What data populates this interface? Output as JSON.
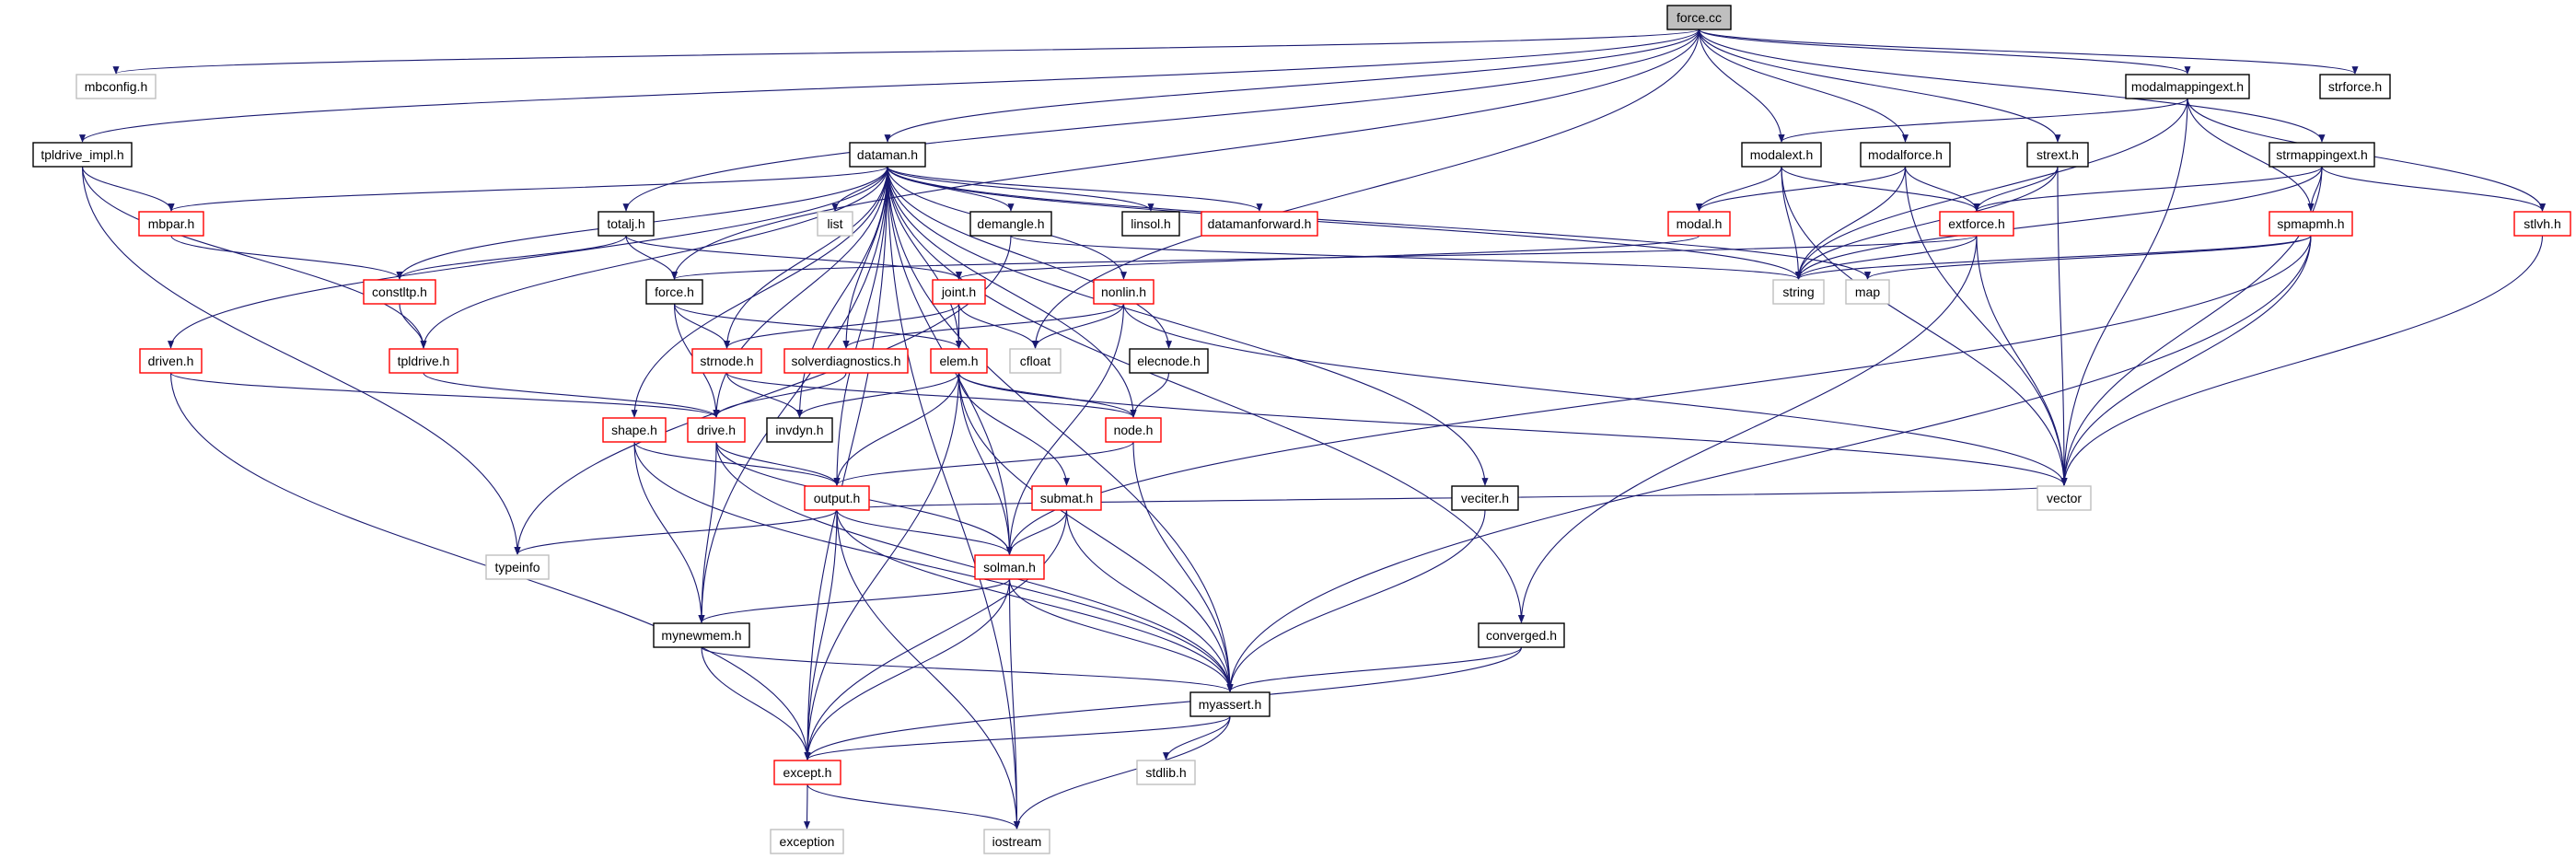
{
  "colors": {
    "edge": "#191970",
    "root_fill": "#bfbfbf",
    "normal_border": "#000000",
    "system_border": "#bfbfbf",
    "truncated_border": "#ff0000"
  },
  "nodes": [
    {
      "id": "force_cc",
      "label": "force.cc",
      "kind": "root"
    },
    {
      "id": "mbconfig",
      "label": "mbconfig.h",
      "kind": "system"
    },
    {
      "id": "modalmappingext",
      "label": "modalmappingext.h",
      "kind": "normal"
    },
    {
      "id": "strforce",
      "label": "strforce.h",
      "kind": "normal"
    },
    {
      "id": "tpldrive_impl",
      "label": "tpldrive_impl.h",
      "kind": "normal"
    },
    {
      "id": "dataman",
      "label": "dataman.h",
      "kind": "normal"
    },
    {
      "id": "modalext",
      "label": "modalext.h",
      "kind": "normal"
    },
    {
      "id": "modalforce",
      "label": "modalforce.h",
      "kind": "normal"
    },
    {
      "id": "strext",
      "label": "strext.h",
      "kind": "normal"
    },
    {
      "id": "strmappingext",
      "label": "strmappingext.h",
      "kind": "normal"
    },
    {
      "id": "mbpar",
      "label": "mbpar.h",
      "kind": "truncated"
    },
    {
      "id": "totalj",
      "label": "totalj.h",
      "kind": "normal"
    },
    {
      "id": "list",
      "label": "list",
      "kind": "system"
    },
    {
      "id": "demangle",
      "label": "demangle.h",
      "kind": "normal"
    },
    {
      "id": "linsol",
      "label": "linsol.h",
      "kind": "normal"
    },
    {
      "id": "datamanforward",
      "label": "datamanforward.h",
      "kind": "truncated"
    },
    {
      "id": "modal",
      "label": "modal.h",
      "kind": "truncated"
    },
    {
      "id": "extforce",
      "label": "extforce.h",
      "kind": "truncated"
    },
    {
      "id": "spmapmh",
      "label": "spmapmh.h",
      "kind": "truncated"
    },
    {
      "id": "stlvh",
      "label": "stlvh.h",
      "kind": "truncated"
    },
    {
      "id": "constltp",
      "label": "constltp.h",
      "kind": "truncated"
    },
    {
      "id": "force_h",
      "label": "force.h",
      "kind": "normal"
    },
    {
      "id": "joint",
      "label": "joint.h",
      "kind": "truncated"
    },
    {
      "id": "nonlin",
      "label": "nonlin.h",
      "kind": "truncated"
    },
    {
      "id": "string",
      "label": "string",
      "kind": "system"
    },
    {
      "id": "map",
      "label": "map",
      "kind": "system"
    },
    {
      "id": "driven",
      "label": "driven.h",
      "kind": "truncated"
    },
    {
      "id": "tpldrive",
      "label": "tpldrive.h",
      "kind": "truncated"
    },
    {
      "id": "strnode",
      "label": "strnode.h",
      "kind": "truncated"
    },
    {
      "id": "solverdiagnostics",
      "label": "solverdiagnostics.h",
      "kind": "truncated"
    },
    {
      "id": "elem",
      "label": "elem.h",
      "kind": "truncated"
    },
    {
      "id": "cfloat",
      "label": "cfloat",
      "kind": "system"
    },
    {
      "id": "elecnode",
      "label": "elecnode.h",
      "kind": "normal"
    },
    {
      "id": "shape",
      "label": "shape.h",
      "kind": "truncated"
    },
    {
      "id": "drive",
      "label": "drive.h",
      "kind": "truncated"
    },
    {
      "id": "invdyn",
      "label": "invdyn.h",
      "kind": "normal"
    },
    {
      "id": "node",
      "label": "node.h",
      "kind": "truncated"
    },
    {
      "id": "output",
      "label": "output.h",
      "kind": "truncated"
    },
    {
      "id": "submat",
      "label": "submat.h",
      "kind": "truncated"
    },
    {
      "id": "veciter",
      "label": "veciter.h",
      "kind": "normal"
    },
    {
      "id": "vector",
      "label": "vector",
      "kind": "system"
    },
    {
      "id": "typeinfo",
      "label": "typeinfo",
      "kind": "system"
    },
    {
      "id": "solman",
      "label": "solman.h",
      "kind": "truncated"
    },
    {
      "id": "mynewmem",
      "label": "mynewmem.h",
      "kind": "normal"
    },
    {
      "id": "converged",
      "label": "converged.h",
      "kind": "normal"
    },
    {
      "id": "myassert",
      "label": "myassert.h",
      "kind": "normal"
    },
    {
      "id": "except",
      "label": "except.h",
      "kind": "truncated"
    },
    {
      "id": "stdlib",
      "label": "stdlib.h",
      "kind": "system"
    },
    {
      "id": "exception",
      "label": "exception",
      "kind": "system"
    },
    {
      "id": "iostream",
      "label": "iostream",
      "kind": "system"
    }
  ],
  "edges": [
    [
      "force_cc",
      "mbconfig"
    ],
    [
      "force_cc",
      "tpldrive_impl"
    ],
    [
      "force_cc",
      "force_h"
    ],
    [
      "force_cc",
      "totalj"
    ],
    [
      "force_cc",
      "dataman"
    ],
    [
      "force_cc",
      "cfloat"
    ],
    [
      "force_cc",
      "modalext"
    ],
    [
      "force_cc",
      "modalforce"
    ],
    [
      "force_cc",
      "strext"
    ],
    [
      "force_cc",
      "modalmappingext"
    ],
    [
      "force_cc",
      "strforce"
    ],
    [
      "force_cc",
      "strmappingext"
    ],
    [
      "tpldrive_impl",
      "mbpar"
    ],
    [
      "tpldrive_impl",
      "tpldrive"
    ],
    [
      "tpldrive_impl",
      "typeinfo"
    ],
    [
      "dataman",
      "mbpar"
    ],
    [
      "dataman",
      "constltp"
    ],
    [
      "dataman",
      "tpldrive"
    ],
    [
      "dataman",
      "driven"
    ],
    [
      "dataman",
      "drive"
    ],
    [
      "dataman",
      "shape"
    ],
    [
      "dataman",
      "output"
    ],
    [
      "dataman",
      "except"
    ],
    [
      "dataman",
      "mynewmem"
    ],
    [
      "dataman",
      "strnode"
    ],
    [
      "dataman",
      "solverdiagnostics"
    ],
    [
      "dataman",
      "invdyn"
    ],
    [
      "dataman",
      "list"
    ],
    [
      "dataman",
      "demangle"
    ],
    [
      "dataman",
      "linsol"
    ],
    [
      "dataman",
      "datamanforward"
    ],
    [
      "dataman",
      "nonlin"
    ],
    [
      "dataman",
      "elem"
    ],
    [
      "dataman",
      "elecnode"
    ],
    [
      "dataman",
      "node"
    ],
    [
      "dataman",
      "solman"
    ],
    [
      "dataman",
      "converged"
    ],
    [
      "dataman",
      "veciter"
    ],
    [
      "dataman",
      "myassert"
    ],
    [
      "dataman",
      "string"
    ],
    [
      "dataman",
      "map"
    ],
    [
      "dataman",
      "iostream"
    ],
    [
      "mbpar",
      "constltp"
    ],
    [
      "totalj",
      "constltp"
    ],
    [
      "totalj",
      "force_h"
    ],
    [
      "totalj",
      "joint"
    ],
    [
      "constltp",
      "tpldrive"
    ],
    [
      "force_h",
      "strnode"
    ],
    [
      "force_h",
      "drive"
    ],
    [
      "force_h",
      "elem"
    ],
    [
      "driven",
      "drive"
    ],
    [
      "driven",
      "except"
    ],
    [
      "tpldrive",
      "drive"
    ],
    [
      "strnode",
      "invdyn"
    ],
    [
      "strnode",
      "node"
    ],
    [
      "solverdiagnostics",
      "drive"
    ],
    [
      "joint",
      "strnode"
    ],
    [
      "joint",
      "elem"
    ],
    [
      "joint",
      "cfloat"
    ],
    [
      "nonlin",
      "solverdiagnostics"
    ],
    [
      "nonlin",
      "cfloat"
    ],
    [
      "nonlin",
      "solman"
    ],
    [
      "nonlin",
      "vector"
    ],
    [
      "demangle",
      "string"
    ],
    [
      "demangle",
      "typeinfo"
    ],
    [
      "modal",
      "joint"
    ],
    [
      "elem",
      "invdyn"
    ],
    [
      "elem",
      "node"
    ],
    [
      "elem",
      "output"
    ],
    [
      "elem",
      "solman"
    ],
    [
      "elem",
      "submat"
    ],
    [
      "elem",
      "myassert"
    ],
    [
      "elem",
      "vector"
    ],
    [
      "elem",
      "except"
    ],
    [
      "elecnode",
      "node"
    ],
    [
      "node",
      "output"
    ],
    [
      "node",
      "myassert"
    ],
    [
      "shape",
      "output"
    ],
    [
      "shape",
      "mynewmem"
    ],
    [
      "shape",
      "myassert"
    ],
    [
      "drive",
      "output"
    ],
    [
      "drive",
      "mynewmem"
    ],
    [
      "drive",
      "solman"
    ],
    [
      "drive",
      "myassert"
    ],
    [
      "output",
      "typeinfo"
    ],
    [
      "output",
      "solman"
    ],
    [
      "output",
      "myassert"
    ],
    [
      "output",
      "except"
    ],
    [
      "output",
      "iostream"
    ],
    [
      "output",
      "vector"
    ],
    [
      "submat",
      "solman"
    ],
    [
      "submat",
      "myassert"
    ],
    [
      "submat",
      "except"
    ],
    [
      "solman",
      "mynewmem"
    ],
    [
      "solman",
      "myassert"
    ],
    [
      "solman",
      "except"
    ],
    [
      "solman",
      "iostream"
    ],
    [
      "veciter",
      "myassert"
    ],
    [
      "converged",
      "myassert"
    ],
    [
      "converged",
      "except"
    ],
    [
      "mynewmem",
      "myassert"
    ],
    [
      "mynewmem",
      "except"
    ],
    [
      "myassert",
      "except"
    ],
    [
      "myassert",
      "stdlib"
    ],
    [
      "myassert",
      "iostream"
    ],
    [
      "except",
      "exception"
    ],
    [
      "except",
      "iostream"
    ],
    [
      "modalext",
      "modal"
    ],
    [
      "modalext",
      "extforce"
    ],
    [
      "modalext",
      "string"
    ],
    [
      "modalext",
      "vector"
    ],
    [
      "modalforce",
      "modal"
    ],
    [
      "modalforce",
      "extforce"
    ],
    [
      "modalforce",
      "string"
    ],
    [
      "modalforce",
      "vector"
    ],
    [
      "strext",
      "extforce"
    ],
    [
      "strext",
      "string"
    ],
    [
      "strext",
      "vector"
    ],
    [
      "modalmappingext",
      "modalext"
    ],
    [
      "modalmappingext",
      "spmapmh"
    ],
    [
      "modalmappingext",
      "stlvh"
    ],
    [
      "modalmappingext",
      "string"
    ],
    [
      "modalmappingext",
      "vector"
    ],
    [
      "strmappingext",
      "extforce"
    ],
    [
      "strmappingext",
      "spmapmh"
    ],
    [
      "strmappingext",
      "stlvh"
    ],
    [
      "strmappingext",
      "string"
    ],
    [
      "strmappingext",
      "vector"
    ],
    [
      "extforce",
      "force_h"
    ],
    [
      "extforce",
      "string"
    ],
    [
      "extforce",
      "vector"
    ],
    [
      "extforce",
      "converged"
    ],
    [
      "spmapmh",
      "string"
    ],
    [
      "spmapmh",
      "map"
    ],
    [
      "spmapmh",
      "solman"
    ],
    [
      "spmapmh",
      "myassert"
    ],
    [
      "spmapmh",
      "vector"
    ],
    [
      "stlvh",
      "vector"
    ]
  ]
}
